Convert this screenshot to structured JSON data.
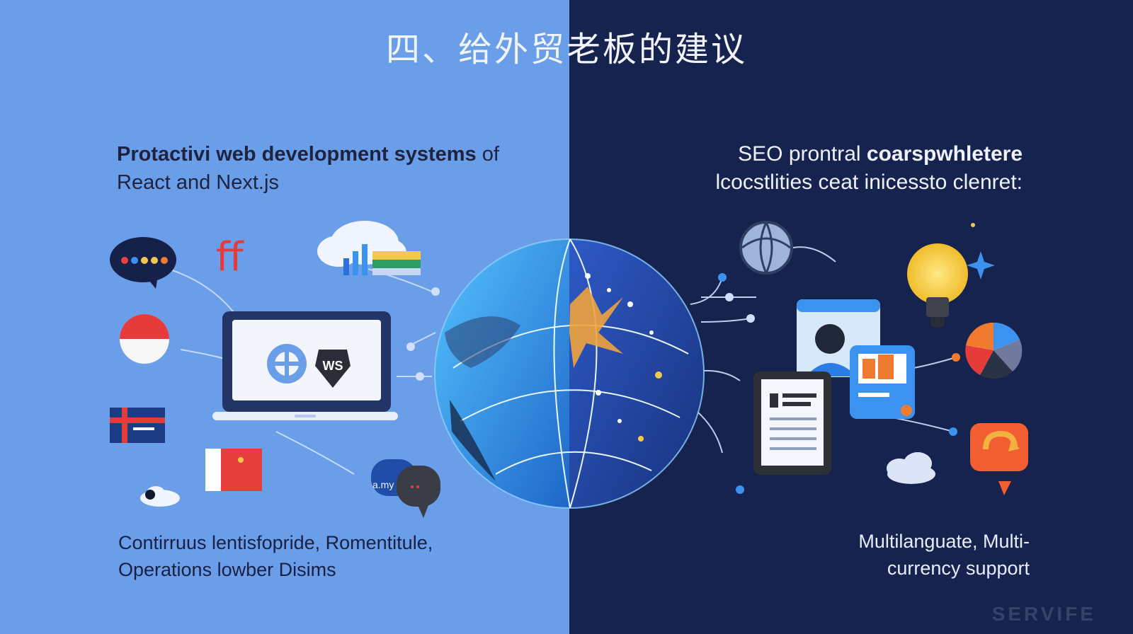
{
  "slide": {
    "title": "四、给外贸老板的建议",
    "left": {
      "headline_bold": "Protactivi web development systems",
      "headline_regular": "of React and Next.js",
      "caption_line1": "Contirruus lentisfopride, Romentitule,",
      "caption_line2": "Operations lowber Disims"
    },
    "right": {
      "headline_regular": "SEO prontral",
      "headline_bold": "coarspwhletere",
      "headline_line2": "lcocstlities ceat inicessto clenret:",
      "caption_line1": "Multilanguate, Multi-",
      "caption_line2": "currency support"
    },
    "watermark": "SERVIFE",
    "icons": {
      "left": [
        "chat-bubble-icon",
        "ff-logo-icon",
        "cloud-chart-icon",
        "red-circle-flag-icon",
        "laptop-icon",
        "flag-stripes-icon",
        "red-flag-icon",
        "small-cloud-icon",
        "chat-pair-icon"
      ],
      "right": [
        "globe-small-icon",
        "lightbulb-icon",
        "profile-card-icon",
        "tablet-report-icon",
        "pie-chart-icon",
        "refresh-badge-icon",
        "cloud-icon"
      ],
      "center": [
        "globe-icon"
      ]
    },
    "labels": {
      "ff": "ff",
      "ws": "WS",
      "amy": "a.my"
    },
    "colors": {
      "left_bg": "#6a9ee8",
      "right_bg": "#16234f",
      "accent_blue": "#3c93ef",
      "accent_orange": "#f07a2f",
      "accent_red": "#e53b3b",
      "accent_yellow": "#f2c94c"
    }
  }
}
